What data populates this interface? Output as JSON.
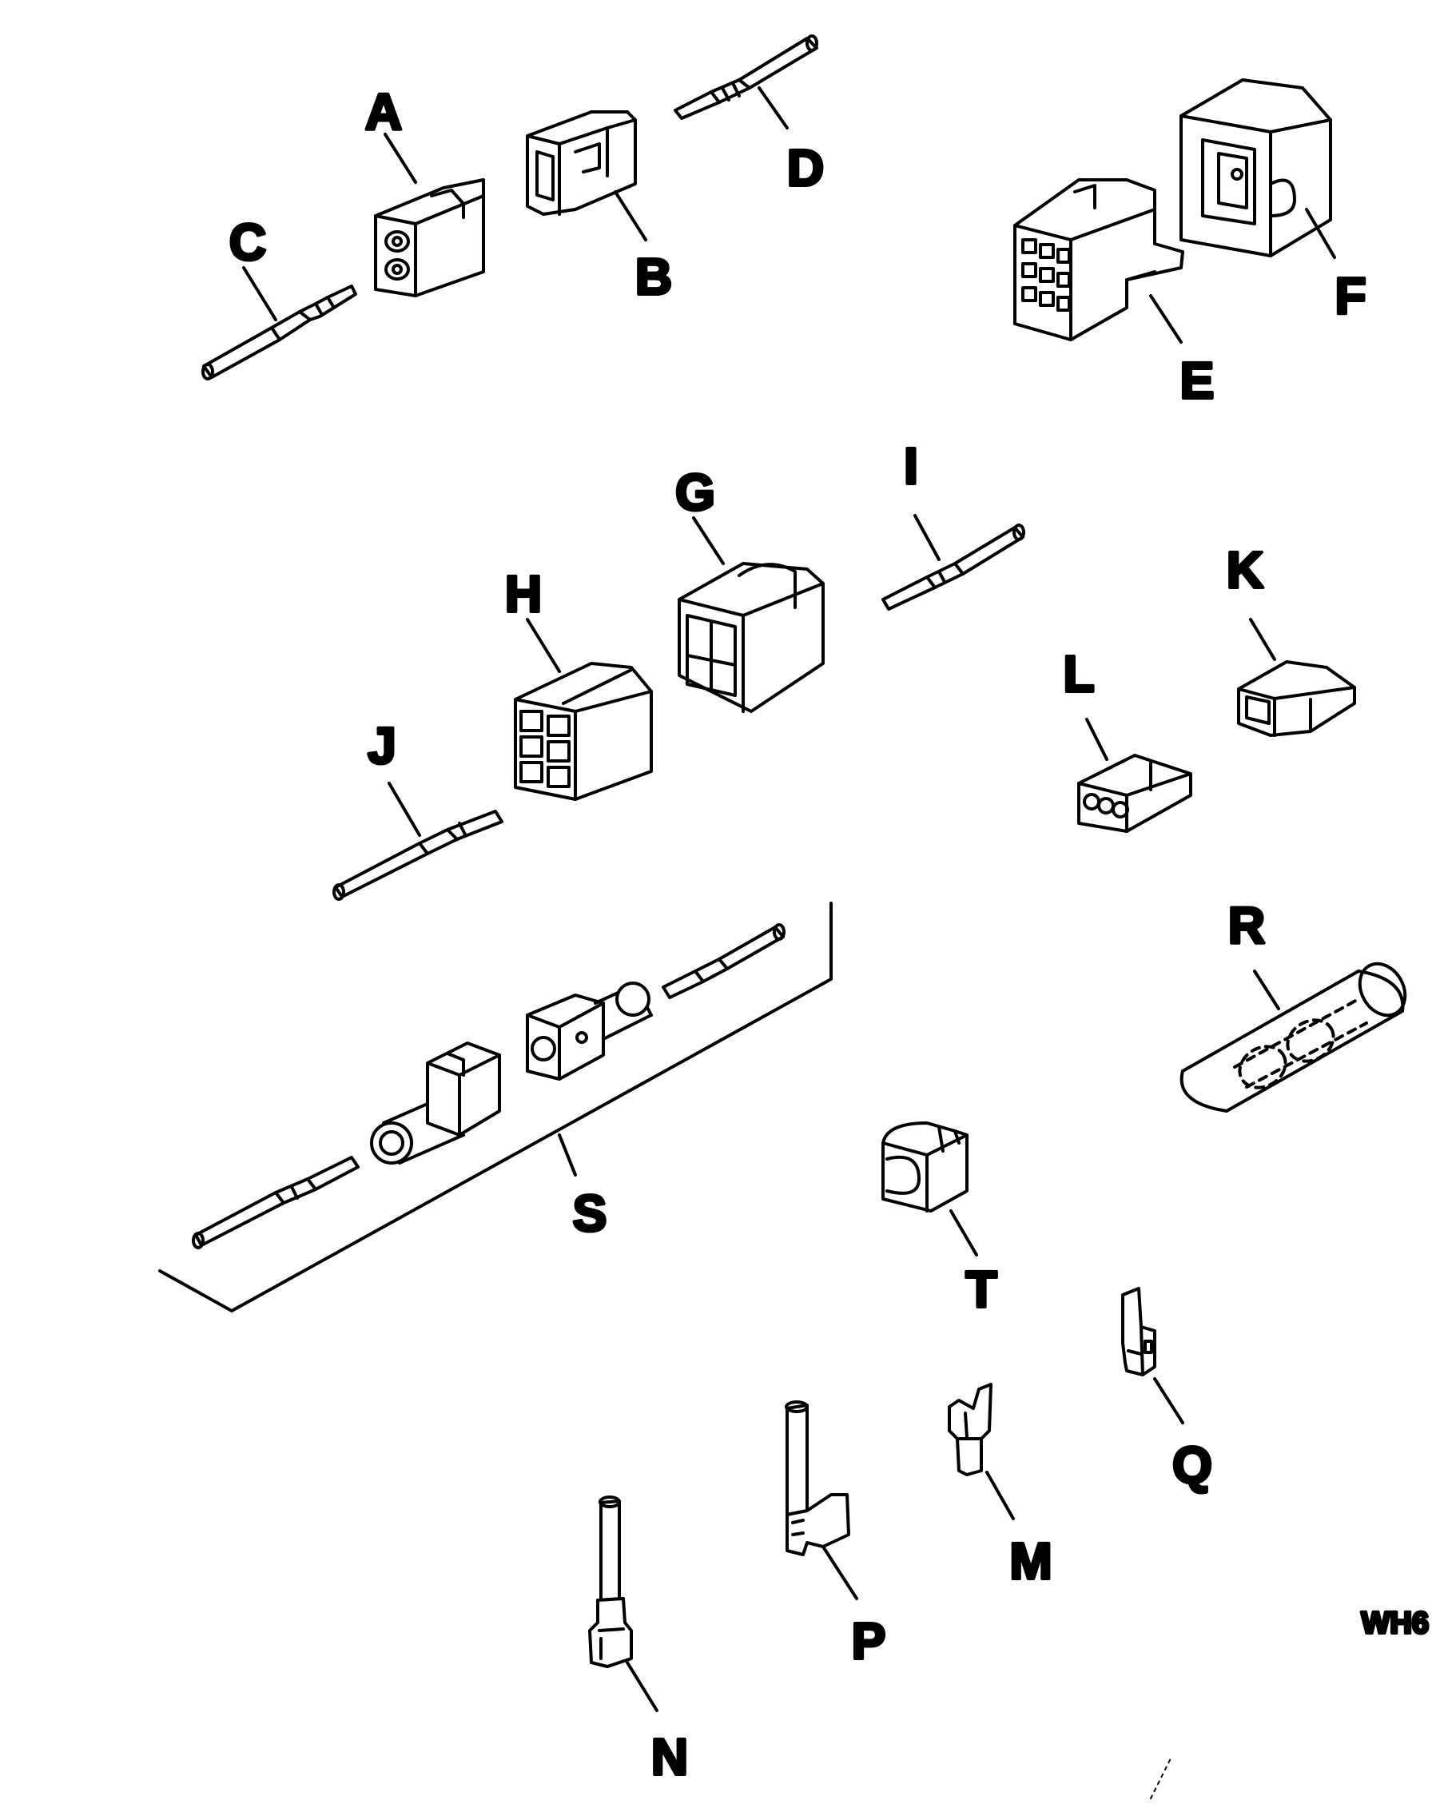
{
  "labels": {
    "a": "A",
    "b": "B",
    "c": "C",
    "d": "D",
    "e": "E",
    "f": "F",
    "g": "G",
    "h": "H",
    "i": "I",
    "j": "J",
    "k": "K",
    "l": "L",
    "m": "M",
    "n": "N",
    "p": "P",
    "q": "Q",
    "r": "R",
    "s": "S",
    "t": "T"
  },
  "figure_code": "WH6",
  "colors": {
    "ink": "#000000",
    "paper": "#ffffff"
  }
}
